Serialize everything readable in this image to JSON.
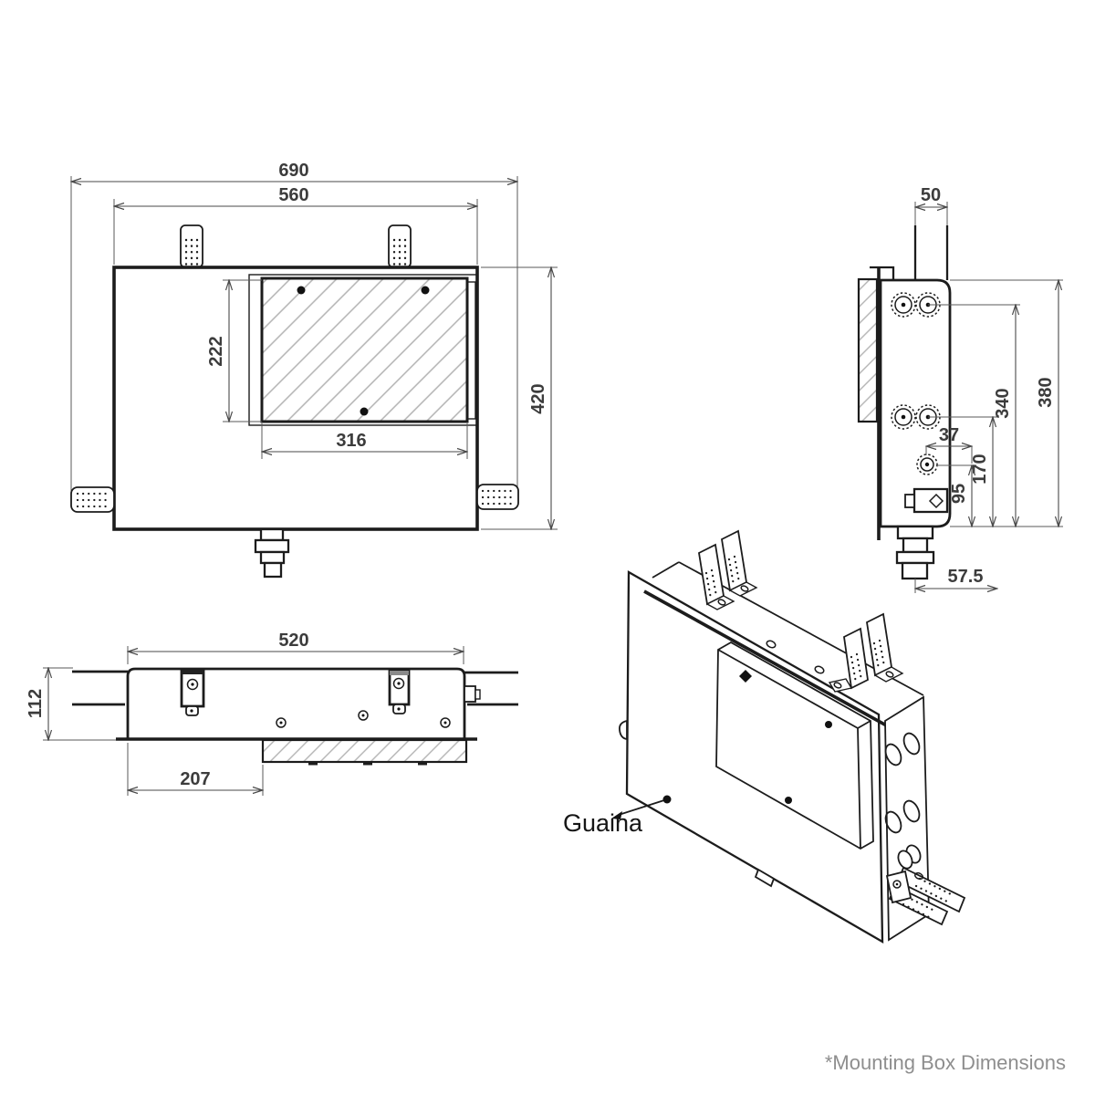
{
  "note": "*Mounting Box Dimensions",
  "front_view": {
    "overall_width": "690",
    "box_width": "560",
    "window_height": "222",
    "window_width": "316",
    "box_height": "420"
  },
  "side_view": {
    "conduit_width": "50",
    "box_height": "380",
    "upper_gland_height": "340",
    "lower_gland_height": "170",
    "connector_height": "95",
    "socket_offset": "37",
    "gland_offset": "57.5"
  },
  "bottom_view": {
    "box_width": "520",
    "box_depth": "112",
    "window_offset": "207"
  },
  "iso_view": {
    "sheath_label": "Guaina"
  },
  "colors": {
    "line": "#1c1c1c",
    "dimension": "#4a4a4a",
    "hatch": "#b2b2b2",
    "note_text": "#8e8e8e",
    "background": "#ffffff"
  }
}
